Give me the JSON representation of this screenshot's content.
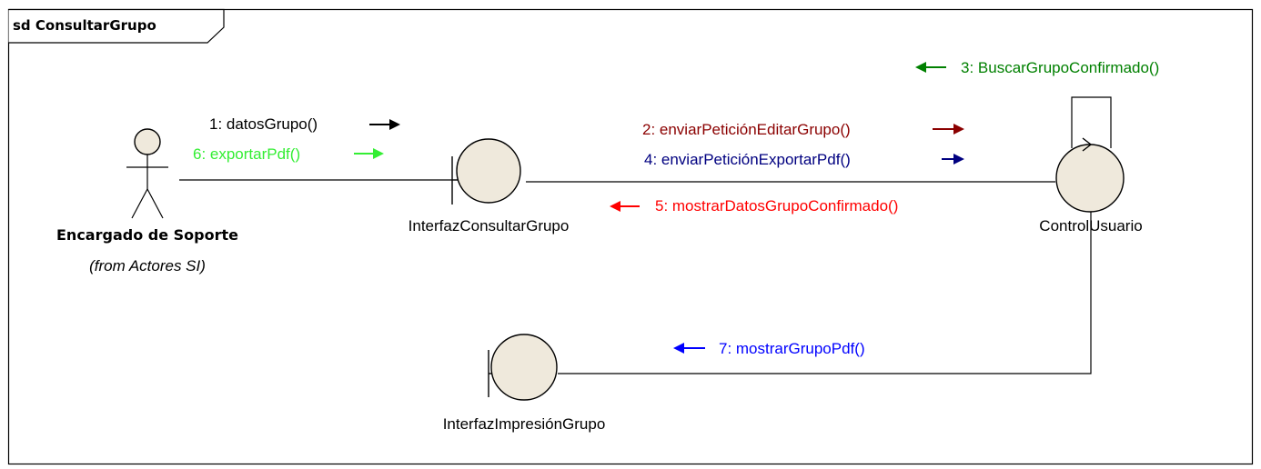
{
  "frame": {
    "title": "sd ConsultarGrupo"
  },
  "actor": {
    "name": "Encargado de Soporte",
    "source": "(from Actores SI)"
  },
  "objects": {
    "boundary_main": "InterfazConsultarGrupo",
    "control": "ControlUsuario",
    "boundary_print": "InterfazImpresiónGrupo"
  },
  "messages": {
    "m1": "1: datosGrupo()",
    "m2": "2: enviarPeticiónEditarGrupo()",
    "m3": "3: BuscarGrupoConfirmado()",
    "m4": "4: enviarPeticiónExportarPdf()",
    "m5": "5: mostrarDatosGrupoConfirmado()",
    "m6": "6: exportarPdf()",
    "m7": "7: mostrarGrupoPdf()"
  },
  "colors": {
    "m1": "#000000",
    "m2": "#8b0000",
    "m3": "#008000",
    "m4": "#000080",
    "m5": "#ff0000",
    "m6": "#33ee33",
    "m7": "#0000ff"
  }
}
